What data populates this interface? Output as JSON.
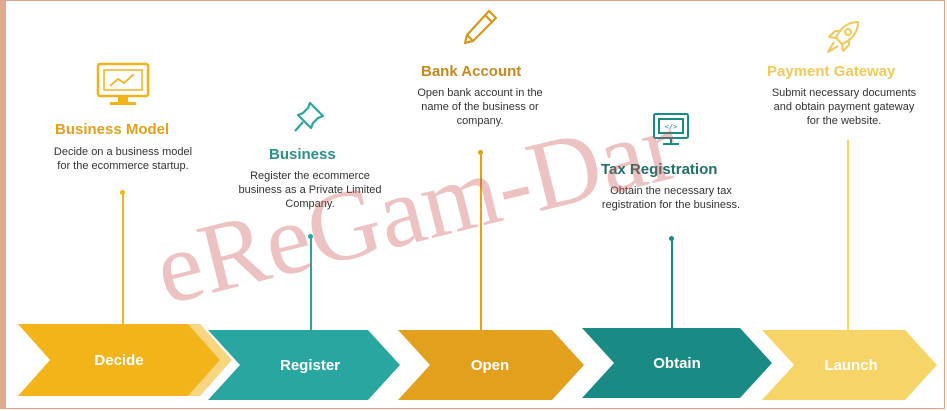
{
  "colors": {
    "decide": "#f2b418",
    "register": "#2aa6a0",
    "open": "#e2a01c",
    "obtain": "#1a8a84",
    "launch": "#f7d467",
    "business_model_title": "#e2a01c",
    "business_title": "#2b8f8a",
    "bank_account_title": "#c78a1a",
    "tax_title": "#1f6f6a",
    "payment_title": "#f0c95a"
  },
  "steps": [
    {
      "label": "Decide",
      "title": "Business Model",
      "desc": "Decide on a business model\nfor the ecommerce startup.",
      "icon": "monitor-chart-icon"
    },
    {
      "label": "Register",
      "title": "Business",
      "desc": "Register the ecommerce\nbusiness as a Private Limited\nCompany.",
      "icon": "push-pin-icon"
    },
    {
      "label": "Open",
      "title": "Bank Account",
      "desc": "Open bank account in the\nname of the business or\ncompany.",
      "icon": "pencil-icon"
    },
    {
      "label": "Obtain",
      "title": "Tax Registration",
      "desc": "Obtain the necessary tax\nregistration for the business.",
      "icon": "monitor-code-icon"
    },
    {
      "label": "Launch",
      "title": "Payment Gateway",
      "desc": "Submit necessary documents\nand obtain payment gateway\nfor the website.",
      "icon": "rocket-icon"
    }
  ],
  "watermark": "eReGam-Dar"
}
